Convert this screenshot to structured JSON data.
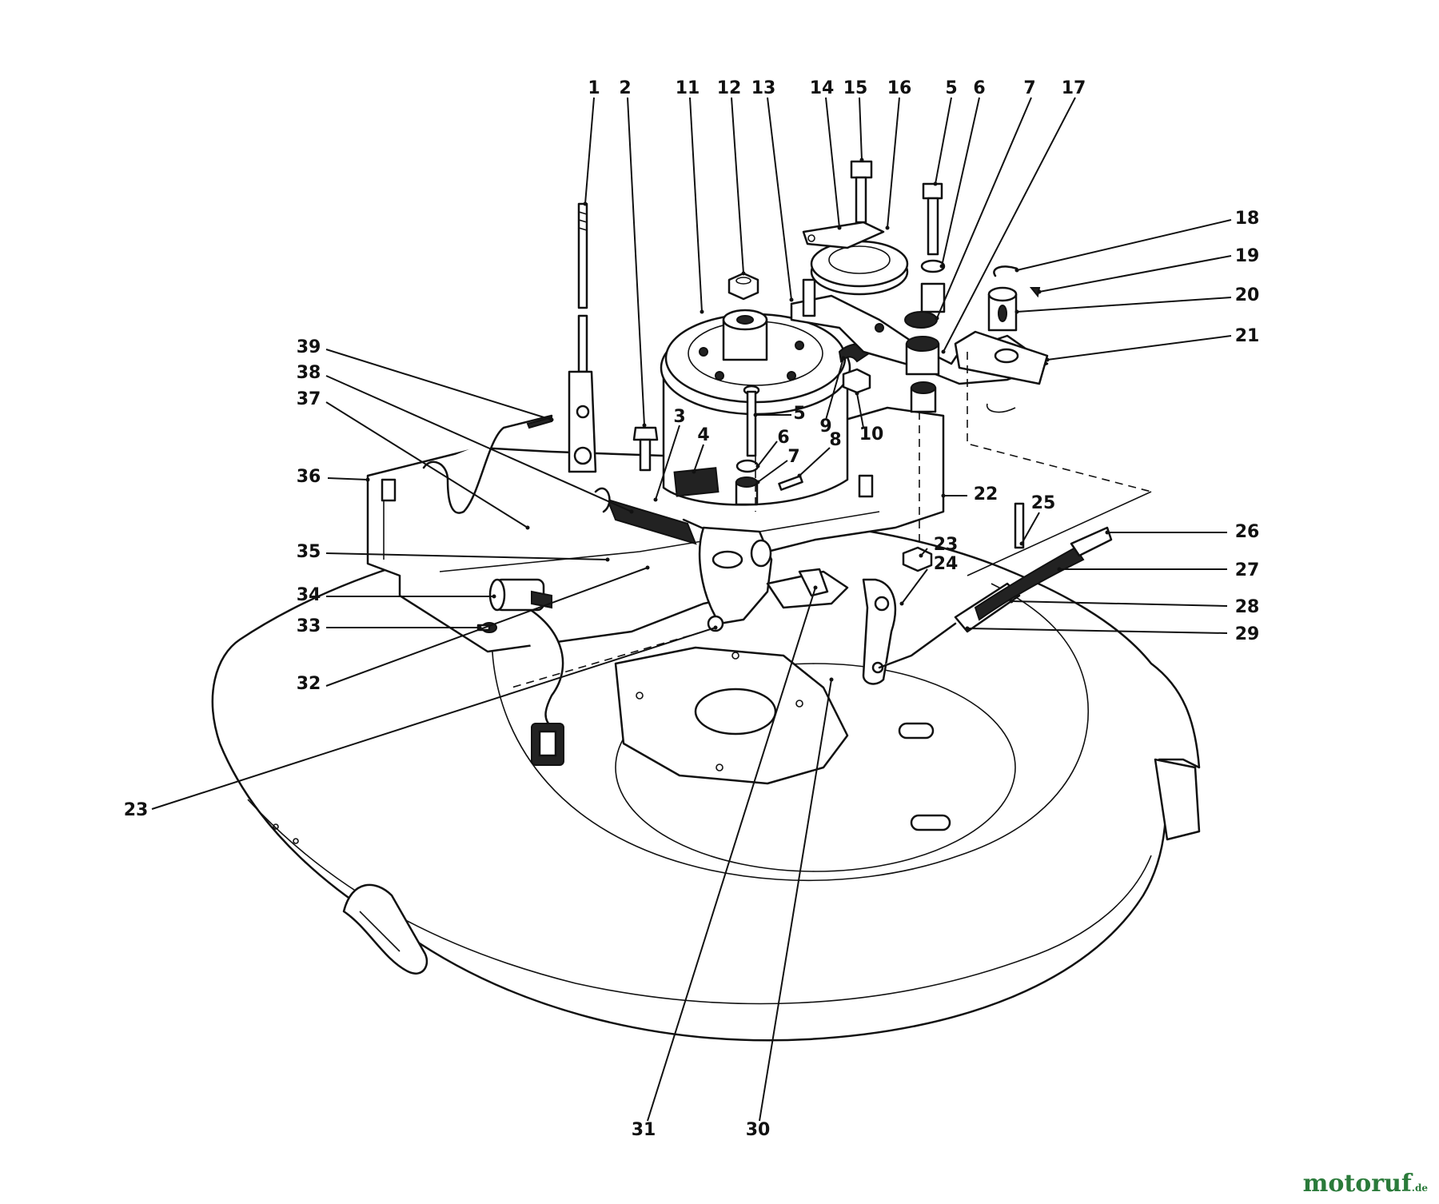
{
  "diagram": {
    "type": "exploded-parts-diagram",
    "callouts": [
      {
        "id": "c1",
        "label": "1"
      },
      {
        "id": "c2",
        "label": "2"
      },
      {
        "id": "c11",
        "label": "11"
      },
      {
        "id": "c12",
        "label": "12"
      },
      {
        "id": "c13",
        "label": "13"
      },
      {
        "id": "c14",
        "label": "14"
      },
      {
        "id": "c15",
        "label": "15"
      },
      {
        "id": "c16",
        "label": "16"
      },
      {
        "id": "c5a",
        "label": "5"
      },
      {
        "id": "c6a",
        "label": "6"
      },
      {
        "id": "c7a",
        "label": "7"
      },
      {
        "id": "c17",
        "label": "17"
      },
      {
        "id": "c18",
        "label": "18"
      },
      {
        "id": "c19",
        "label": "19"
      },
      {
        "id": "c20",
        "label": "20"
      },
      {
        "id": "c21",
        "label": "21"
      },
      {
        "id": "c39",
        "label": "39"
      },
      {
        "id": "c38",
        "label": "38"
      },
      {
        "id": "c37",
        "label": "37"
      },
      {
        "id": "c36",
        "label": "36"
      },
      {
        "id": "c3",
        "label": "3"
      },
      {
        "id": "c4",
        "label": "4"
      },
      {
        "id": "c5b",
        "label": "5"
      },
      {
        "id": "c6b",
        "label": "6"
      },
      {
        "id": "c7b",
        "label": "7"
      },
      {
        "id": "c8",
        "label": "8"
      },
      {
        "id": "c9",
        "label": "9"
      },
      {
        "id": "c10",
        "label": "10"
      },
      {
        "id": "c22",
        "label": "22"
      },
      {
        "id": "c25",
        "label": "25"
      },
      {
        "id": "c26",
        "label": "26"
      },
      {
        "id": "c23a",
        "label": "23"
      },
      {
        "id": "c24",
        "label": "24"
      },
      {
        "id": "c27",
        "label": "27"
      },
      {
        "id": "c28",
        "label": "28"
      },
      {
        "id": "c29",
        "label": "29"
      },
      {
        "id": "c35",
        "label": "35"
      },
      {
        "id": "c34",
        "label": "34"
      },
      {
        "id": "c33",
        "label": "33"
      },
      {
        "id": "c32",
        "label": "32"
      },
      {
        "id": "c23b",
        "label": "23"
      },
      {
        "id": "c31",
        "label": "31"
      },
      {
        "id": "c30",
        "label": "30"
      }
    ]
  },
  "watermark": {
    "text_main": "motoruf",
    "text_suffix": ".de",
    "colors": {
      "primary": "#2a7a3a",
      "accent": "#f07a10"
    }
  }
}
